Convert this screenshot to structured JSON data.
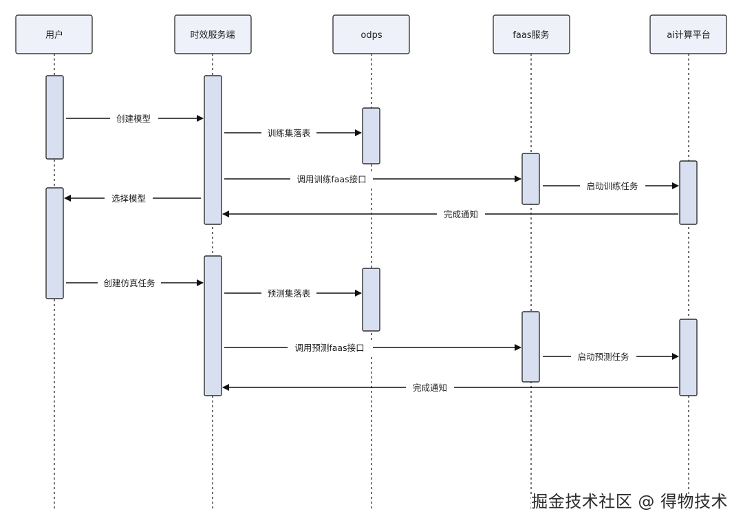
{
  "diagram": {
    "participants": [
      {
        "id": "user",
        "label": "用户"
      },
      {
        "id": "server",
        "label": "时效服务端"
      },
      {
        "id": "odps",
        "label": "odps"
      },
      {
        "id": "faas",
        "label": "faas服务"
      },
      {
        "id": "ai",
        "label": "ai计算平台"
      }
    ],
    "messages": [
      {
        "from": "user",
        "to": "server",
        "label": "创建模型"
      },
      {
        "from": "server",
        "to": "odps",
        "label": "训练集落表"
      },
      {
        "from": "server",
        "to": "faas",
        "label": "调用训练faas接口"
      },
      {
        "from": "faas",
        "to": "ai",
        "label": "启动训练任务"
      },
      {
        "from": "server",
        "to": "user",
        "label": "选择模型"
      },
      {
        "from": "ai",
        "to": "server",
        "label": "完成通知"
      },
      {
        "from": "user",
        "to": "server",
        "label": "创建仿真任务"
      },
      {
        "from": "server",
        "to": "odps",
        "label": "预测集落表"
      },
      {
        "from": "server",
        "to": "faas",
        "label": "调用预测faas接口"
      },
      {
        "from": "faas",
        "to": "ai",
        "label": "启动预测任务"
      },
      {
        "from": "ai",
        "to": "server",
        "label": "完成通知"
      }
    ]
  },
  "watermark": "掘金技术社区 @ 得物技术"
}
